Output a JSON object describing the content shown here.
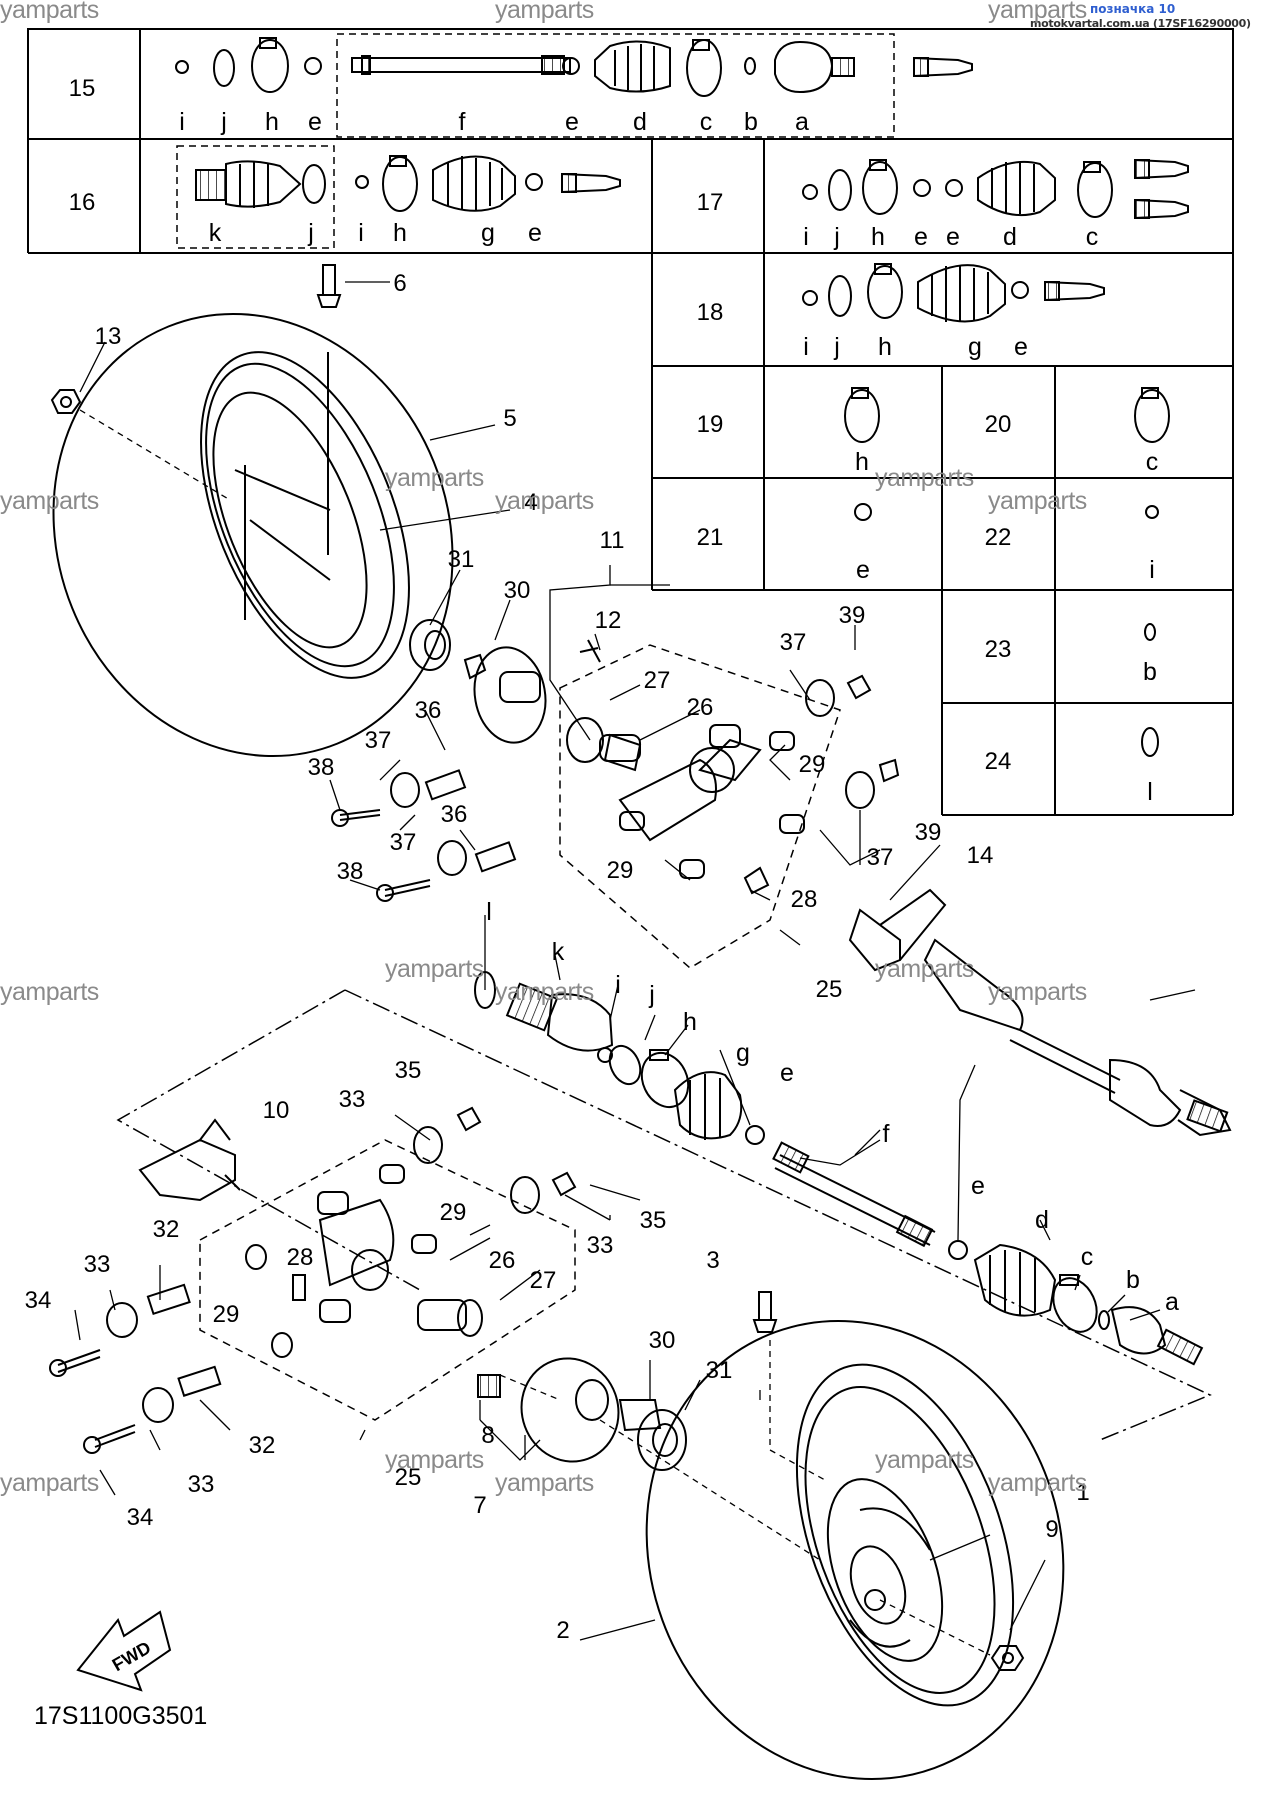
{
  "header": {
    "label": "позначка 10",
    "source": "motokvartal.com.ua (17SF16290000)"
  },
  "diagram_code": "17S1100G3501",
  "fwd_label": "FWD",
  "watermark": "yamparts",
  "table": [
    {
      "no": "15",
      "letters": [
        "i",
        "j",
        "h",
        "e",
        "f",
        "e",
        "d",
        "c",
        "b",
        "a"
      ]
    },
    {
      "no": "16",
      "letters": [
        "k",
        "j",
        "i",
        "h",
        "g",
        "e"
      ]
    },
    {
      "no": "17",
      "letters": [
        "i",
        "j",
        "h",
        "e",
        "e",
        "d",
        "c"
      ]
    },
    {
      "no": "18",
      "letters": [
        "i",
        "j",
        "h",
        "g",
        "e"
      ]
    },
    {
      "no": "19",
      "letters": [
        "h"
      ]
    },
    {
      "no": "20",
      "letters": [
        "c"
      ]
    },
    {
      "no": "21",
      "letters": [
        "e"
      ]
    },
    {
      "no": "22",
      "letters": [
        "i"
      ]
    },
    {
      "no": "23",
      "letters": [
        "b"
      ]
    },
    {
      "no": "24",
      "letters": [
        "l"
      ]
    }
  ],
  "callouts": [
    "1",
    "2",
    "3",
    "4",
    "5",
    "6",
    "7",
    "8",
    "9",
    "10",
    "11",
    "12",
    "13",
    "14",
    "25",
    "25",
    "26",
    "26",
    "27",
    "27",
    "28",
    "28",
    "29",
    "29",
    "29",
    "29",
    "30",
    "30",
    "31",
    "31",
    "32",
    "32",
    "33",
    "33",
    "33",
    "33",
    "34",
    "34",
    "35",
    "35",
    "36",
    "36",
    "37",
    "37",
    "37",
    "37",
    "38",
    "38",
    "39",
    "39"
  ],
  "shaft_letters": [
    "l",
    "k",
    "i",
    "j",
    "h",
    "g",
    "e",
    "f",
    "e",
    "d",
    "c",
    "b",
    "a"
  ]
}
